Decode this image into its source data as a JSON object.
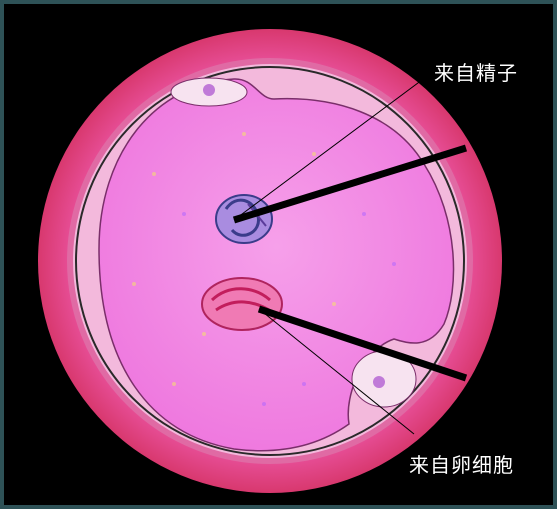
{
  "labels": {
    "sperm_origin": "来自精子",
    "egg_origin": "来自卵细胞"
  },
  "colors": {
    "frame": "#2e5257",
    "background": "#000000",
    "zona_pellucida": "#e0447f",
    "cytoplasm": "#f07fe0",
    "polar_body": "#f4d8ea",
    "male_pronucleus": "#6b5fb0",
    "female_pronucleus": "#e64a84",
    "label_text": "#ffffff",
    "pointer_line": "#000000"
  },
  "icons": [
    "fertilized-egg-illustration"
  ]
}
